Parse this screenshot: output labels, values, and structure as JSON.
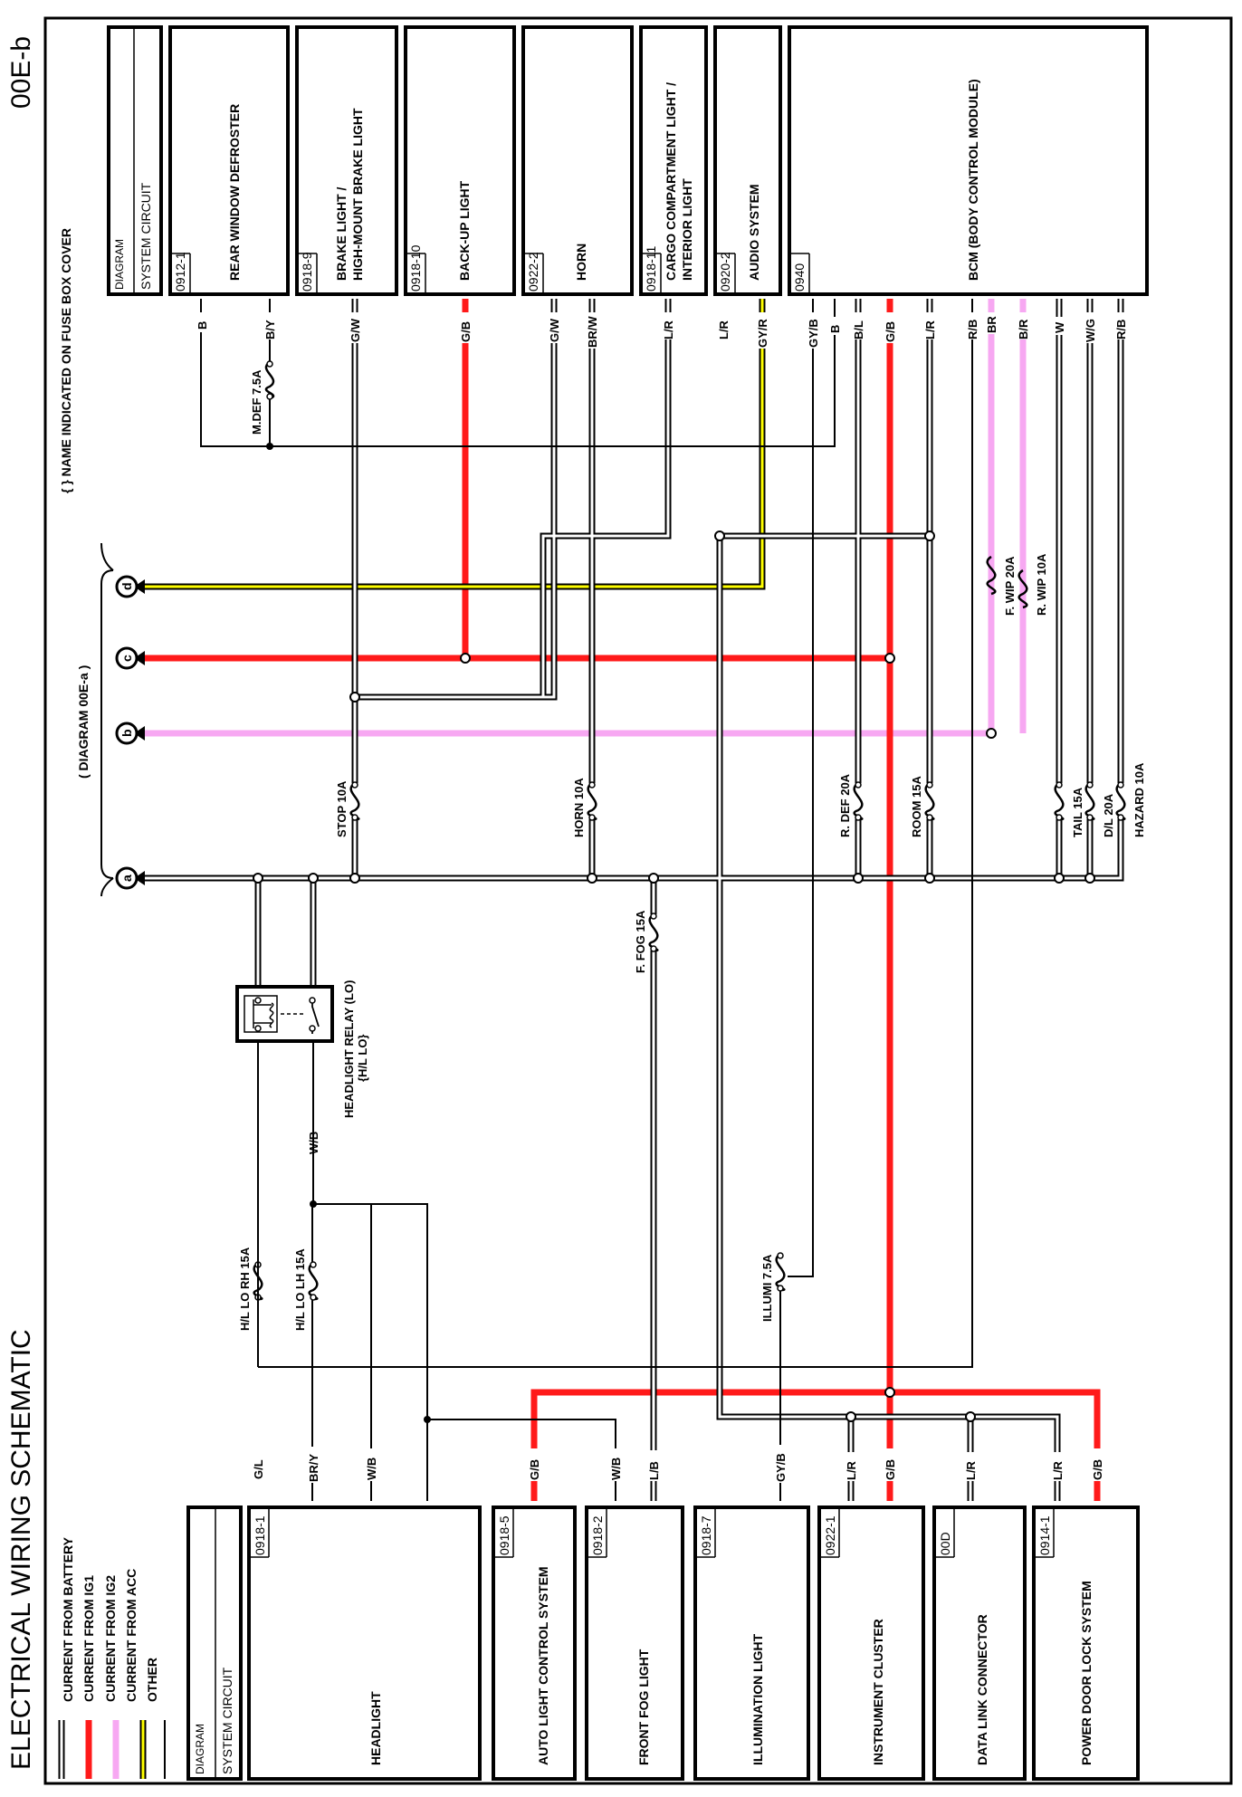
{
  "page": {
    "title": "ELECTRICAL WIRING SCHEMATIC",
    "code": "00E-b",
    "note": "{ } NAME INDICATED ON FUSE BOX COVER",
    "diagram_ref": "( DIAGRAM 00E-a )"
  },
  "legend": [
    {
      "label": "CURRENT FROM BATTERY"
    },
    {
      "label": "CURRENT FROM IG1"
    },
    {
      "label": "CURRENT FROM IG2"
    },
    {
      "label": "CURRENT FROM ACC"
    },
    {
      "label": "OTHER"
    }
  ],
  "colors": {
    "ig1": "#ff1a1a",
    "ig2": "#f7a8f2",
    "acc": "#ffff00",
    "battery": "#000000",
    "other": "#000000"
  },
  "header": {
    "diagram": "DIAGRAM",
    "system_circuit": "SYSTEM CIRCUIT"
  },
  "top_boxes": [
    {
      "code": "0912-1",
      "name": "REAR WINDOW DEFROSTER"
    },
    {
      "code": "0918-9",
      "name1": "BRAKE LIGHT /",
      "name2": "HIGH-MOUNT BRAKE LIGHT"
    },
    {
      "code": "0918-10",
      "name": "BACK-UP LIGHT"
    },
    {
      "code": "0922-2",
      "name": "HORN"
    },
    {
      "code": "0918-11",
      "name1": "CARGO COMPARTMENT LIGHT /",
      "name2": "INTERIOR LIGHT"
    },
    {
      "code": "0920-2",
      "name": "AUDIO SYSTEM"
    },
    {
      "code": "0940",
      "name": "BCM (BODY CONTROL MODULE)"
    }
  ],
  "bottom_boxes": [
    {
      "code": "0918-1",
      "name": "HEADLIGHT"
    },
    {
      "code": "0918-5",
      "name": "AUTO LIGHT CONTROL SYSTEM"
    },
    {
      "code": "0918-2",
      "name": "FRONT FOG LIGHT"
    },
    {
      "code": "0918-7",
      "name": "ILLUMINATION LIGHT"
    },
    {
      "code": "0922-1",
      "name": "INSTRUMENT CLUSTER"
    },
    {
      "code": "00D",
      "name": "DATA LINK CONNECTOR"
    },
    {
      "code": "0914-1",
      "name": "POWER DOOR LOCK SYSTEM"
    }
  ],
  "top_wires": [
    "B",
    "B/Y",
    "G/W",
    "G/B",
    "G/W",
    "BR/W",
    "L/R",
    "L/R",
    "GY/R",
    "GY/B",
    "B",
    "B/L",
    "G/B",
    "L/R",
    "R/B",
    "BR",
    "B/R",
    "W",
    "W/G",
    "R/B"
  ],
  "bottom_wires": [
    "G/L",
    "BR/Y",
    "W/B",
    "G/B",
    "W/B",
    "L/B",
    "GY/B",
    "L/R",
    "G/B",
    "L/R",
    "L/R",
    "G/B"
  ],
  "fuses": {
    "mdef": "M.DEF 7.5A",
    "fwip": "F. WIP 20A",
    "rwip": "R. WIP 10A",
    "stop": "STOP 10A",
    "horn": "HORN 10A",
    "rdef": "R. DEF 20A",
    "room": "ROOM 15A",
    "tail": "TAIL 15A",
    "dl": "D/L 20A",
    "hazard": "HAZARD 10A",
    "ffog": "F. FOG 15A",
    "hlrh": "H/L LO RH 15A",
    "hllh": "H/L LO LH 15A",
    "illumi": "ILLUMI 7.5A"
  },
  "relay": {
    "name": "HEADLIGHT RELAY (LO)",
    "alias": "{H/L LO}",
    "wire": "W/B"
  },
  "connectors": [
    "d",
    "c",
    "b",
    "a"
  ]
}
